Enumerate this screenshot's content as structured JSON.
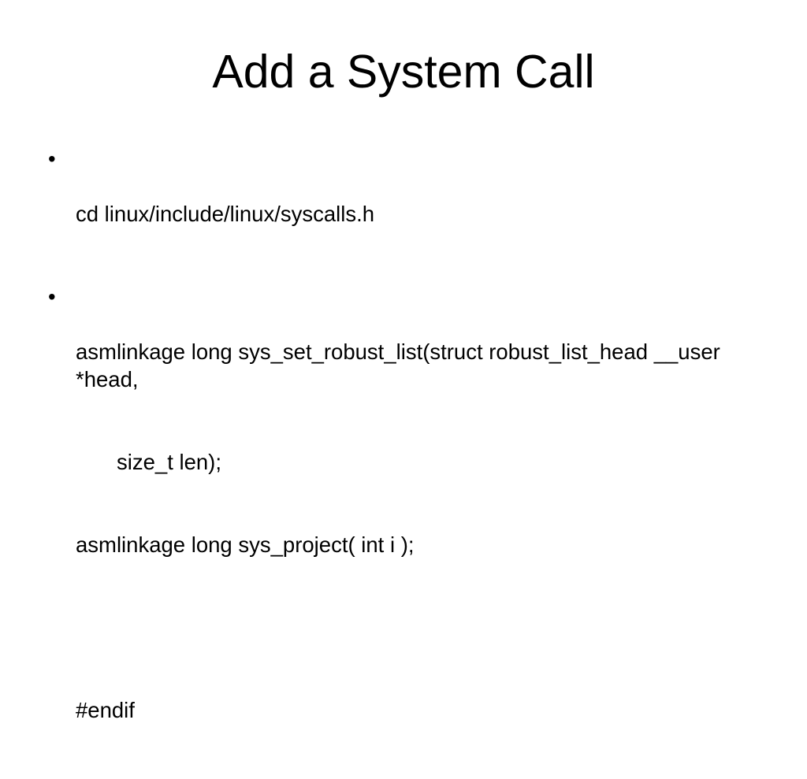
{
  "slide": {
    "title": "Add a System Call",
    "background_color": "#ffffff",
    "text_color": "#000000",
    "bullet_glyph": "•",
    "bullets": [
      {
        "marker": "•",
        "line1": "cd linux/include/linux/syscalls.h"
      },
      {
        "marker": "•",
        "line1": "asmlinkage long sys_set_robust_list(struct robust_list_head __user *head,",
        "line2_indented": "size_t len);",
        "line3": "asmlinkage long sys_project( int i );",
        "line4_blank": "",
        "line5": "#endif"
      }
    ]
  }
}
